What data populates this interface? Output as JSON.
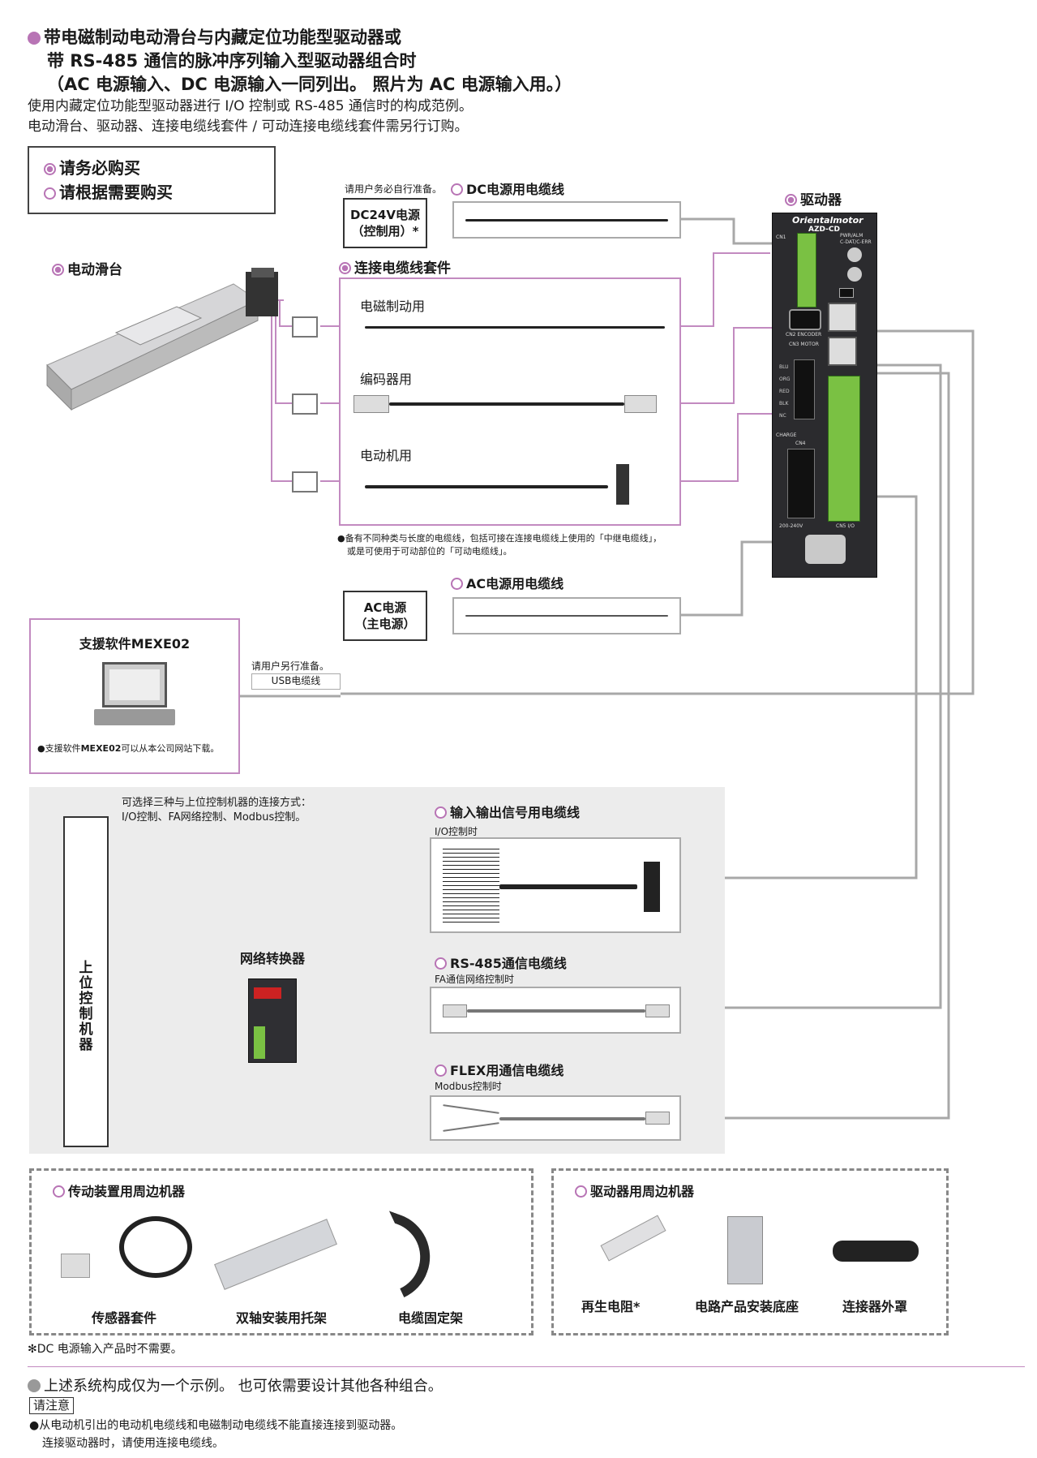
{
  "header": {
    "line1": "带电磁制动电动滑台与内藏定位功能型驱动器或",
    "line2": "带 RS-485 通信的脉冲序列输入型驱动器组合时",
    "line3": "（AC 电源输入、DC 电源输入一同列出。 照片为 AC 电源输入用。）",
    "desc1": "使用内藏定位功能型驱动器进行 I/O 控制或 RS-485 通信时的构成范例。",
    "desc2": "电动滑台、驱动器、连接电缆线套件 / 可动连接电缆线套件需另行订购。"
  },
  "legend": {
    "required": "请务必购买",
    "optional": "请根据需要购买"
  },
  "slide": {
    "label": "电动滑台"
  },
  "dc_power": {
    "note": "请用户务必自行准备。",
    "box": "DC24V电源\n（控制用）*",
    "cable_label": "DC电源用电缆线"
  },
  "cable_kit": {
    "label": "连接电缆线套件",
    "brake": "电磁制动用",
    "encoder": "编码器用",
    "motor": "电动机用",
    "note1": "●备有不同种类与长度的电缆线，包括可接在连接电缆线上使用的「中继电缆线」，",
    "note2": "或是可使用于可动部位的「可动电缆线」。"
  },
  "driver": {
    "label": "驱动器",
    "brand": "Orientalmotor",
    "model": "AZD-CD",
    "cn2": "CN2 ENCODER",
    "cn3": "CN3 MOTOR",
    "colors": [
      "BLU",
      "ORG",
      "RED",
      "BLK",
      "NC"
    ],
    "charge": "CHARGE",
    "cn4": "CN4",
    "cn1": "CN1",
    "cn5": "CN5 I/O",
    "voltage": "200-240V",
    "pwr": "PWR/ALM",
    "cpu": "C-DAT/C-ERR"
  },
  "ac_power": {
    "box": "AC电源\n（主电源）",
    "cable_label": "AC电源用电缆线"
  },
  "software": {
    "title": "支援软件MEXE02",
    "note_prefix": "●支援软件",
    "note_bold": "MEXE02",
    "note_suffix": "可以从本公司网站下载。",
    "usb_note": "请用户另行准备。",
    "usb_label": "USB电缆线"
  },
  "host": {
    "intro1": "可选择三种与上位控制机器的连接方式：",
    "intro2": "I/O控制、FA网络控制、Modbus控制。",
    "label": "上位控制机器",
    "converter": "网络转换器",
    "io_cable": "输入输出信号用电缆线",
    "io_sub": "I/O控制时",
    "rs485_cable": "RS-485通信电缆线",
    "rs485_sub": "FA通信网络控制时",
    "flex_cable": "FLEX用通信电缆线",
    "flex_sub": "Modbus控制时"
  },
  "peripherals": {
    "actuator_title": "传动装置用周边机器",
    "actuator_items": [
      "传感器套件",
      "双轴安装用托架",
      "电缆固定架"
    ],
    "driver_title": "驱动器用周边机器",
    "driver_items": [
      "再生电阻*",
      "电路产品安装底座",
      "连接器外罩"
    ]
  },
  "footnote": "✻DC 电源输入产品时不需要。",
  "bottom": {
    "note": "上述系统构成仅为一个示例。 也可依需要设计其他各种组合。",
    "caution": "请注意",
    "caution1": "●从电动机引出的电动机电缆线和电磁制动电缆线不能直接连接到驱动器。",
    "caution2": "连接驱动器时，请使用连接电缆线。"
  },
  "colors": {
    "accent": "#b874b5",
    "line_gray": "#a0a0a0",
    "panel_gray": "#ececec"
  }
}
